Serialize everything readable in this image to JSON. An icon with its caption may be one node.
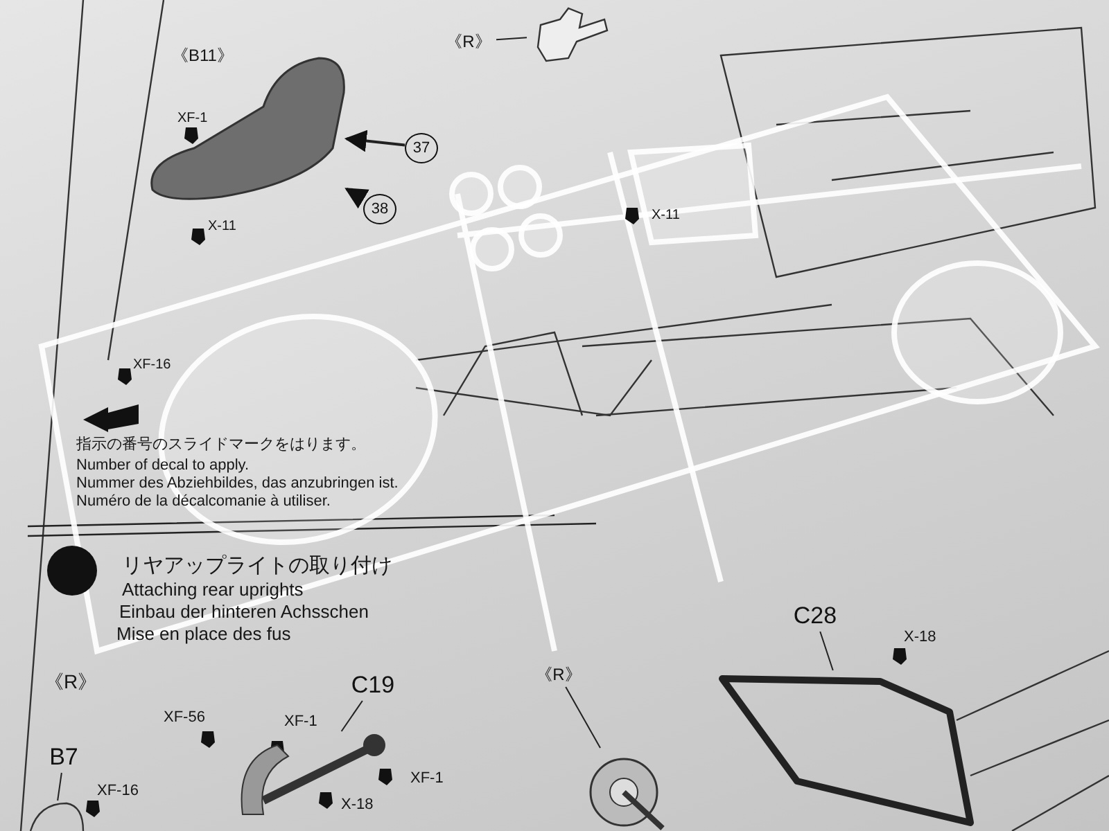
{
  "diagram": {
    "nodes": [
      {
        "text": [],
        "shape": "picture"
      },
      {
        "text": [
          "37"
        ]
      },
      {
        "text": [
          "38"
        ]
      },
      {
        "text": [
          "《R》"
        ]
      },
      {
        "text": [],
        "shape": "picture"
      },
      {
        "text": [
          "C19"
        ]
      },
      {
        "text": [],
        "shape": "picture"
      },
      {
        "text": [
          "B7"
        ]
      },
      {
        "text": [],
        "shape": "picture"
      },
      {
        "text": [
          "《R》"
        ]
      },
      {
        "text": [],
        "shape": "picture"
      },
      {
        "text": [
          "C28"
        ]
      },
      {
        "text": [],
        "shape": "picture"
      }
    ],
    "edges": [
      {
        "from": 1,
        "to": 0,
        "arrow": "to"
      },
      {
        "from": 2,
        "to": 0,
        "arrow": "to"
      },
      {
        "from": 3,
        "to": 4,
        "arrow": "none"
      },
      {
        "from": 5,
        "to": 6,
        "arrow": "none"
      },
      {
        "from": 7,
        "to": 8,
        "arrow": "none"
      },
      {
        "from": 9,
        "to": 10,
        "arrow": "none"
      },
      {
        "from": 11,
        "to": 12,
        "arrow": "none"
      }
    ],
    "labels": [
      "《B11》",
      "XF-1",
      "X-11",
      "XF-16",
      "X-11",
      "指示の番号のスライドマークをはります。",
      "Number of decal to apply.",
      "Nummer des Abziehbildes, das anzubringen ist.",
      "Numéro de la décalcomanie à utiliser.",
      "リヤアップライトの取り付け",
      "Attaching rear uprights",
      "Einbau der hinteren Achsschen",
      "Mise en place des fus",
      "《R》",
      "XF-56",
      "XF-1",
      "XF-16",
      "XF-1",
      "X-18",
      "X-18"
    ]
  }
}
